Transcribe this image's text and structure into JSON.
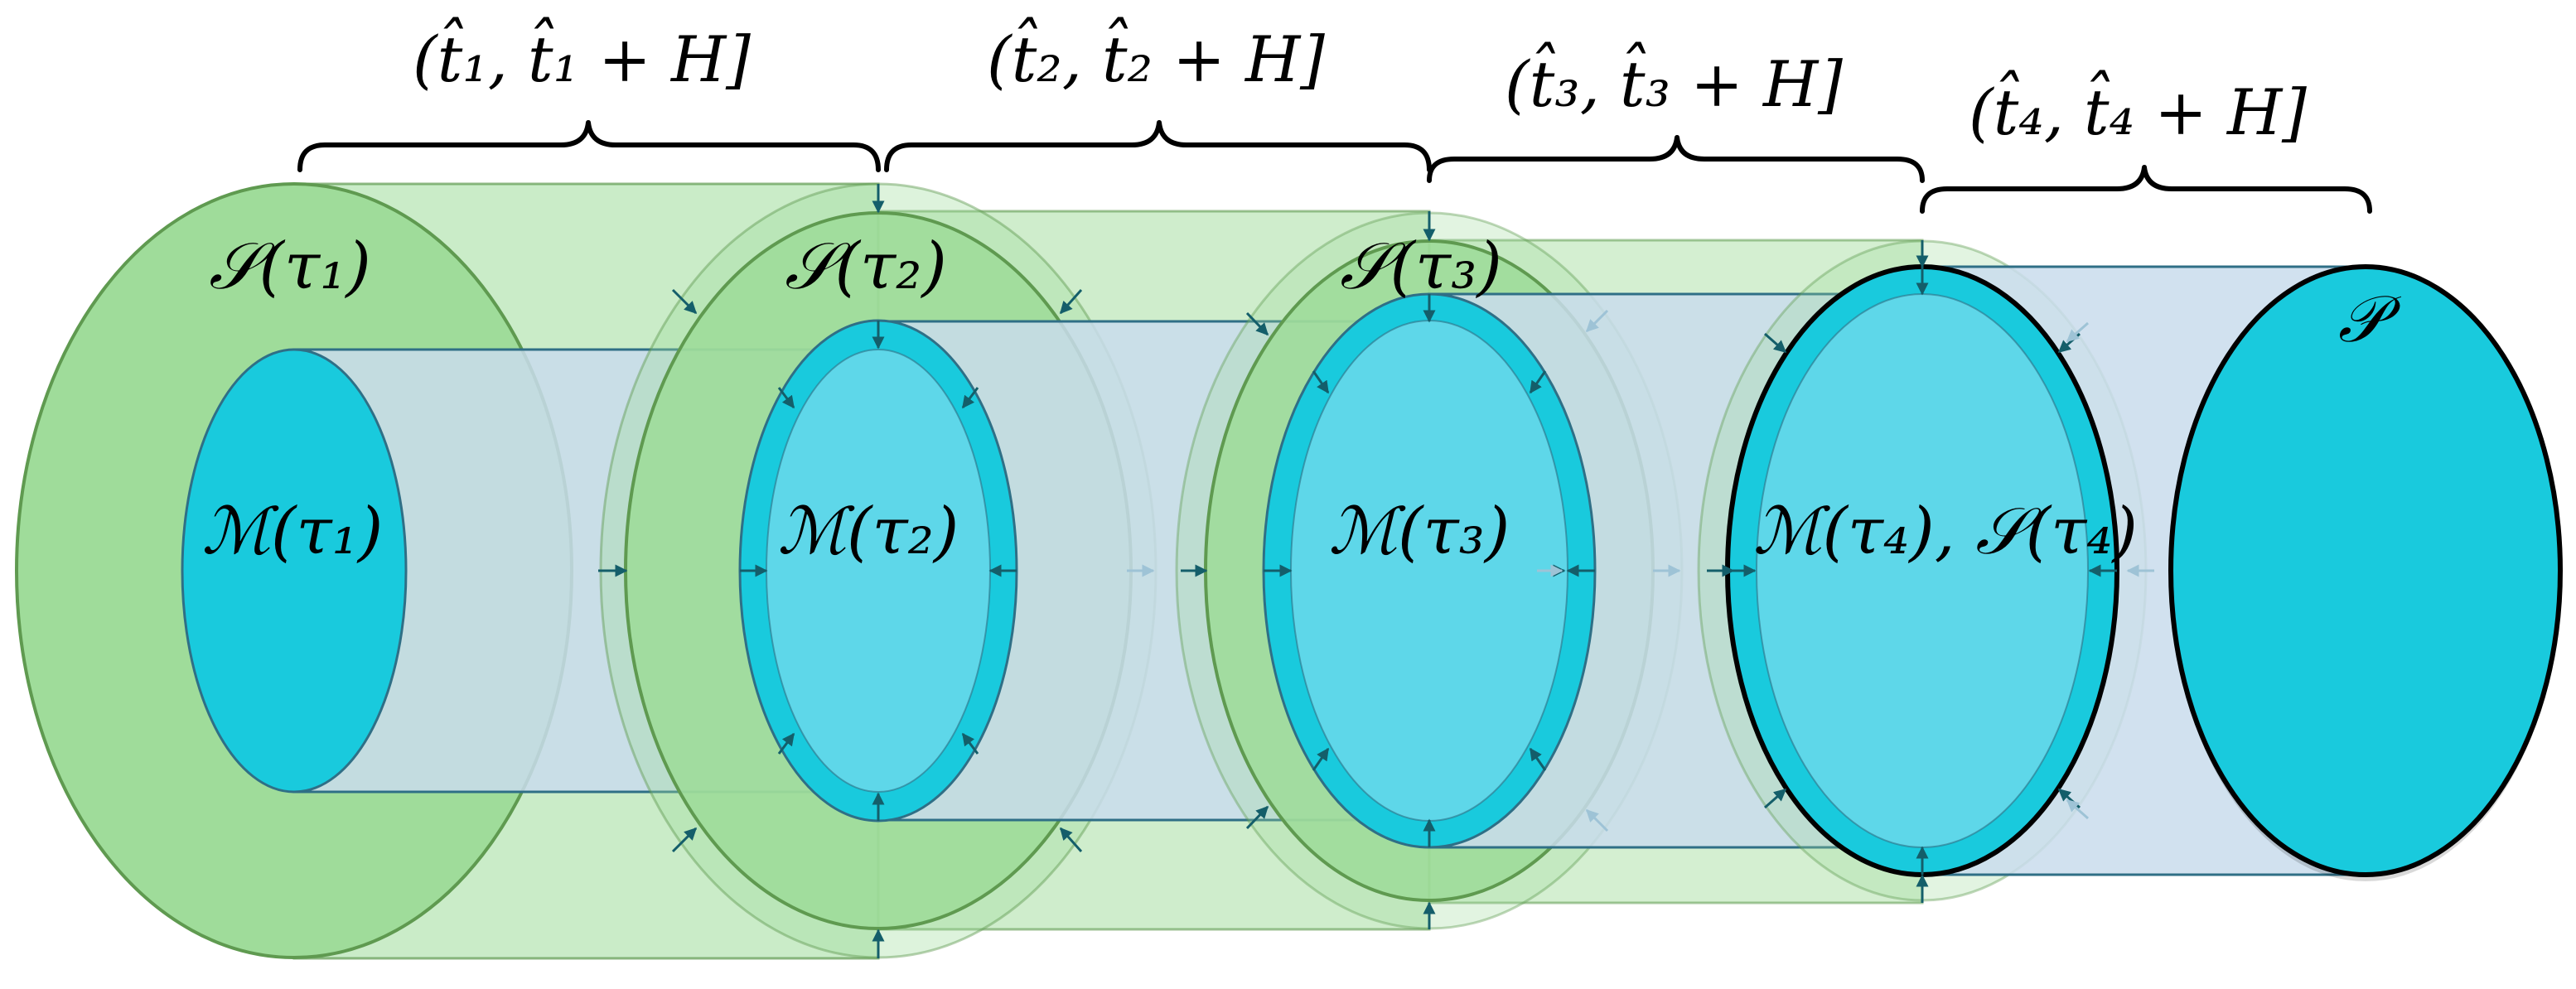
{
  "colors": {
    "green_fill": "#9fdc9a",
    "green_stroke": "#5f9a50",
    "cyan_fill": "#19cadd",
    "cyan_light": "#5ed7e9",
    "blue_fill": "#c9dcec",
    "blue_stroke": "#2f6f86",
    "arrow": "#145e6a",
    "outline": "#000000"
  },
  "intervals": [
    {
      "text": "(t̂₁, t̂₁ + H]"
    },
    {
      "text": "(t̂₂, t̂₂ + H]"
    },
    {
      "text": "(t̂₃, t̂₃ + H]"
    },
    {
      "text": "(t̂₄, t̂₄ + H]"
    }
  ],
  "safe_sets": [
    {
      "text": "𝒮(τ₁)"
    },
    {
      "text": "𝒮(τ₂)"
    },
    {
      "text": "𝒮(τ₃)"
    }
  ],
  "inner_sets": [
    {
      "text": "ℳ(τ₁)"
    },
    {
      "text": "ℳ(τ₂)"
    },
    {
      "text": "ℳ(τ₃)"
    },
    {
      "text": "ℳ(τ₄), 𝒮(τ₄)"
    }
  ],
  "target_set": {
    "text": "𝒫"
  }
}
